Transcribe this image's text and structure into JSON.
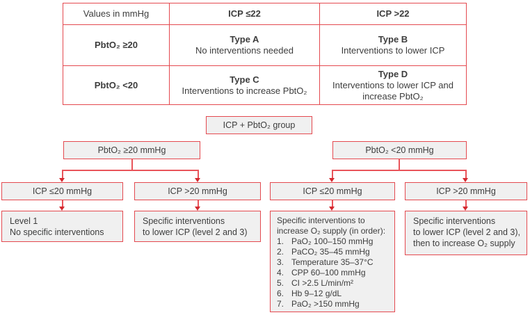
{
  "colors": {
    "border_red": "#e4494f",
    "line_red": "#e9545a",
    "arrow_red": "#d42a30",
    "box_background": "#f0f0f0",
    "cell_gray": "#f2f2f2",
    "cell_dark_gray": "#c8c8c8",
    "text": "#3d3d3d"
  },
  "table": {
    "headers": [
      "Values in mmHg",
      "ICP ≤22",
      "ICP >22"
    ],
    "rows": [
      {
        "label": "PbtO₂ ≥20",
        "cells": [
          {
            "title": "Type A",
            "desc": "No interventions needed"
          },
          {
            "title": "Type B",
            "desc": "Interventions to lower ICP"
          }
        ]
      },
      {
        "label": "PbtO₂ <20",
        "cells": [
          {
            "title": "Type C",
            "desc": "Interventions to increase PbtO₂"
          },
          {
            "title": "Type D",
            "desc": "Interventions to lower ICP and increase PbtO₂"
          }
        ]
      }
    ]
  },
  "flowchart": {
    "root": "ICP + PbtO₂ group",
    "branches": [
      {
        "label": "PbtO₂ ≥20 mmHg"
      },
      {
        "label": "PbtO₂ <20 mmHg"
      }
    ],
    "icp_nodes": [
      "ICP ≤20 mmHg",
      "ICP >20 mmHg",
      "ICP ≤20 mmHg",
      "ICP >20 mmHg"
    ],
    "leaves": [
      {
        "lines": [
          "Level 1",
          "No specific interventions"
        ]
      },
      {
        "lines": [
          "Specific interventions",
          "to lower ICP (level 2 and 3)"
        ]
      },
      {
        "intro": [
          "Specific interventions to",
          "increase O₂ supply (in order):"
        ],
        "items": [
          {
            "n": "1.",
            "text": "PaO₂ 100–150 mmHg"
          },
          {
            "n": "2.",
            "text": "PaCO₂ 35–45 mmHg"
          },
          {
            "n": "3.",
            "text": "Temperature 35–37°C"
          },
          {
            "n": "4.",
            "text": "CPP 60–100 mmHg"
          },
          {
            "n": "5.",
            "text": "CI >2.5 L/min/m²"
          },
          {
            "n": "6.",
            "text": "Hb 9–12 g/dL"
          },
          {
            "n": "7.",
            "text": "PaO₂ >150 mmHg"
          }
        ]
      },
      {
        "lines": [
          "Specific interventions",
          "to lower ICP (level 2 and 3),",
          "then to increase O₂ supply"
        ]
      }
    ]
  }
}
